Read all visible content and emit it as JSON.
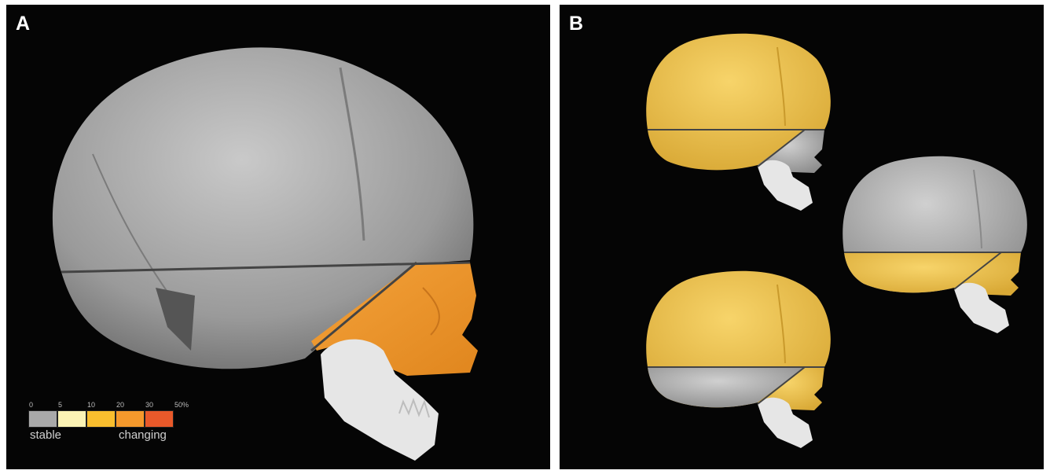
{
  "panels": [
    {
      "label": "A"
    },
    {
      "label": "B"
    }
  ],
  "colors": {
    "stable": "#a8a8a8",
    "region_upper_yellow": "#f2c34a",
    "region_face_orange": "#f0952a",
    "background": "#050505"
  },
  "legend": {
    "ticks": [
      "0",
      "5",
      "10",
      "20",
      "30",
      "50%"
    ],
    "swatches": [
      "#a9a9a9",
      "#fbf3b5",
      "#f9be2e",
      "#f5992c",
      "#e9592a"
    ],
    "low_label": "stable",
    "high_label": "changing"
  }
}
